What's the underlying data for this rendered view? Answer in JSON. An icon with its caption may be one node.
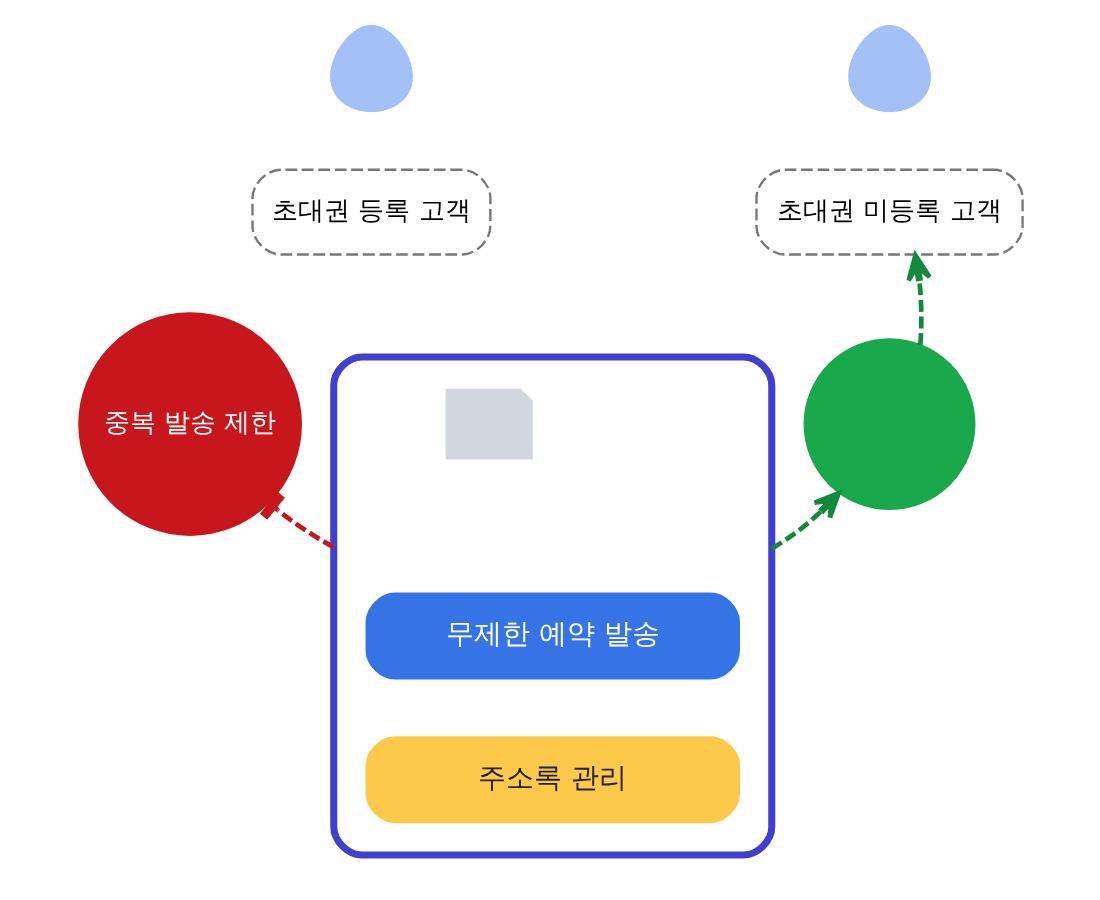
{
  "diagram": {
    "nodes": [
      {
        "text": [],
        "shape": "person"
      },
      {
        "text": [
          "초대권 등록 고객"
        ]
      },
      {
        "text": [],
        "shape": "person"
      },
      {
        "text": [
          "초대권 미등록 고객"
        ]
      },
      {
        "text": [
          "중복 발송 제한"
        ]
      },
      {
        "text": [],
        "shape": "box"
      },
      {
        "text": [],
        "shape": "box",
        "in": 5
      },
      {
        "text": [
          "무제한 예약 발송"
        ],
        "in": 5
      },
      {
        "text": [
          "주소록 관리"
        ],
        "in": 5
      },
      {
        "text": [],
        "shape": "circle"
      }
    ],
    "edges": [
      {
        "from": 5,
        "to": 4,
        "arrow": "other",
        "style": "dashed",
        "color": "#c8161d"
      },
      {
        "from": 5,
        "to": 9,
        "arrow": "to",
        "style": "dashed"
      },
      {
        "from": 9,
        "to": 3,
        "arrow": "to",
        "style": "dashed"
      }
    ]
  }
}
